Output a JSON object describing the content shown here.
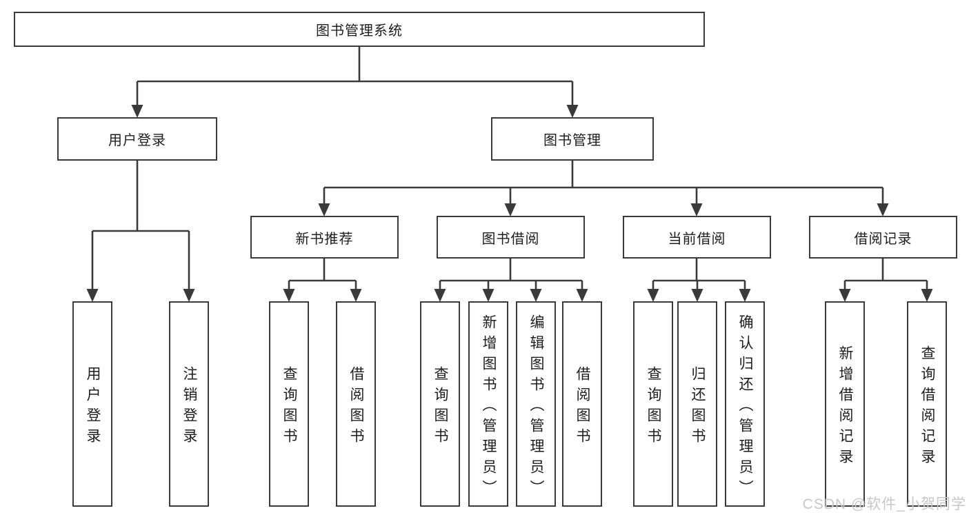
{
  "diagram": {
    "root": "图书管理系统",
    "level2": {
      "user_login": "用户登录",
      "book_mgmt": "图书管理"
    },
    "level3": {
      "new_book_rec": "新书推荐",
      "book_borrow": "图书借阅",
      "current_borrow": "当前借阅",
      "borrow_records": "借阅记录"
    },
    "leaves": {
      "user_login": [
        "用户登录",
        "注销登录"
      ],
      "new_book_rec": [
        "查询图书",
        "借阅图书"
      ],
      "book_borrow": [
        "查询图书",
        "新增图书（管理员）",
        "编辑图书（管理员）",
        "借阅图书"
      ],
      "current_borrow": [
        "查询图书",
        "归还图书",
        "确认归还（管理员）"
      ],
      "borrow_records": [
        "新增借阅记录",
        "查询借阅记录"
      ]
    }
  },
  "watermark": "CSDN @软件_小贺同学",
  "colors": {
    "line": "#3a3a3a",
    "text": "#1d1d1d",
    "watermark": "#c7c7c7",
    "background": "#ffffff"
  }
}
